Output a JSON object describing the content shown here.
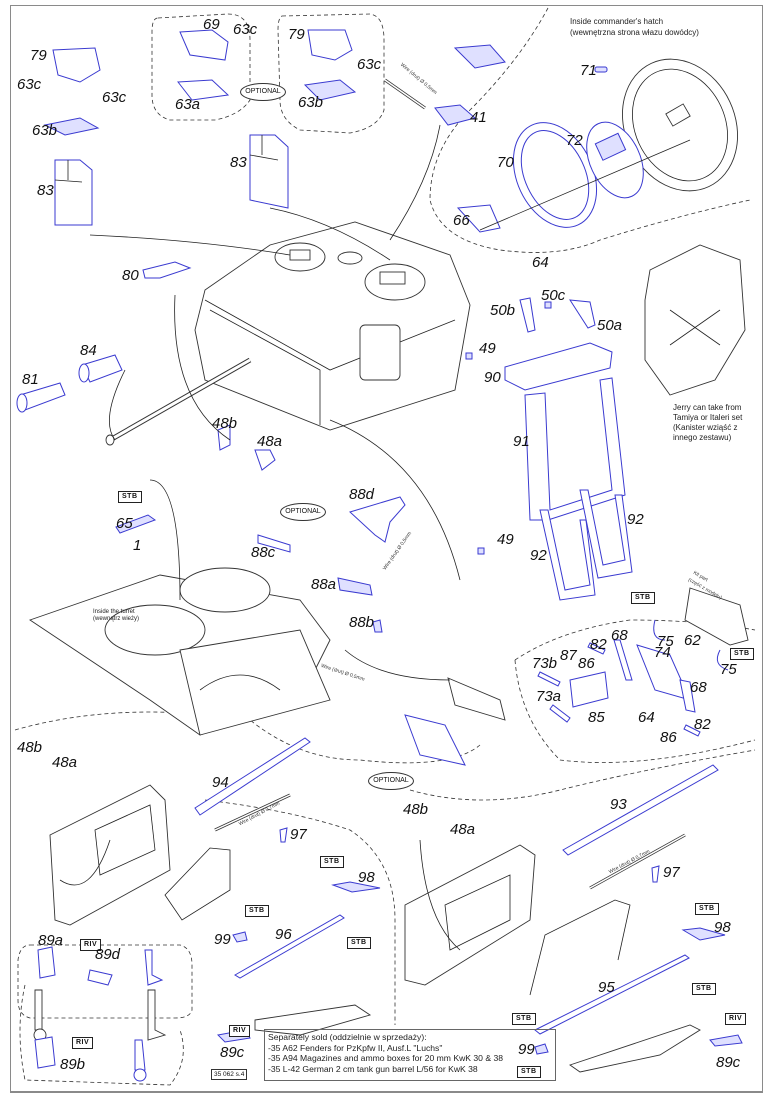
{
  "notes": {
    "commander_hatch": [
      "Inside commander's hatch",
      "(wewnętrzna strona włazu dowódcy)"
    ],
    "jerry_can": [
      "Jerry can take from",
      "Tamiya or Italeri set",
      "(Kanister wziąść z",
      "innego zestawu)"
    ],
    "inside_turret": [
      "Inside the turret",
      "(wewnątrz wieży)"
    ],
    "kit_part": [
      "Kit part",
      "(część z modelu)"
    ],
    "wire_05": "Wire (drut) Ø 0,5mm",
    "wire_07": "Wire (drut) Ø 0,7mm"
  },
  "optional_label": "OPTIONAL",
  "tags": {
    "stb": "STB",
    "riv": "RIV"
  },
  "parts": {
    "p79a": "79",
    "p63c_a": "63c",
    "p63c_b": "63c",
    "p63b_a": "63b",
    "p83a": "83",
    "p69": "69",
    "p63c_c": "63c",
    "p63a": "63a",
    "p79b": "79",
    "p63c_d": "63c",
    "p63b_b": "63b",
    "p83b": "83",
    "p41": "41",
    "p71": "71",
    "p72": "72",
    "p70": "70",
    "p66": "66",
    "p64a": "64",
    "p80": "80",
    "p84": "84",
    "p81": "81",
    "p48b_a": "48b",
    "p48a_a": "48a",
    "p50b": "50b",
    "p50c": "50c",
    "p50a": "50a",
    "p49a": "49",
    "p90": "90",
    "p91": "91",
    "p49b": "49",
    "p92a": "92",
    "p92b": "92",
    "p65": "65",
    "p1": "1",
    "p88d": "88d",
    "p88c": "88c",
    "p88a": "88a",
    "p88b": "88b",
    "p62": "62",
    "p75a": "75",
    "p75b": "75",
    "p68a": "68",
    "p82a": "82",
    "p87": "87",
    "p74": "74",
    "p73b": "73b",
    "p86a": "86",
    "p73a": "73a",
    "p85": "85",
    "p64b": "64",
    "p68b": "68",
    "p82b": "82",
    "p86b": "86",
    "p48b_b": "48b",
    "p48a_b": "48a",
    "p94": "94",
    "p97a": "97",
    "p98a": "98",
    "p99a": "99",
    "p96": "96",
    "p89a": "89a",
    "p89d": "89d",
    "p89b": "89b",
    "p89c_a": "89c",
    "p48b_c": "48b",
    "p48a_c": "48a",
    "p93": "93",
    "p97b": "97",
    "p98b": "98",
    "p95": "95",
    "p99b": "99",
    "p89c_b": "89c"
  },
  "separately_sold": {
    "title": "Separately sold (oddzielnie w sprzedaży):",
    "items": [
      "-35 A62 Fenders for PzKpfw II, Ausf.L \"Luchs\"",
      "-35 A94 Magazines and ammo boxes for 20 mm KwK 30 & 38",
      "-35 L-42 German 2 cm tank gun barrel L/56 for KwK 38"
    ]
  },
  "sheet_code": "35 062 s.4"
}
